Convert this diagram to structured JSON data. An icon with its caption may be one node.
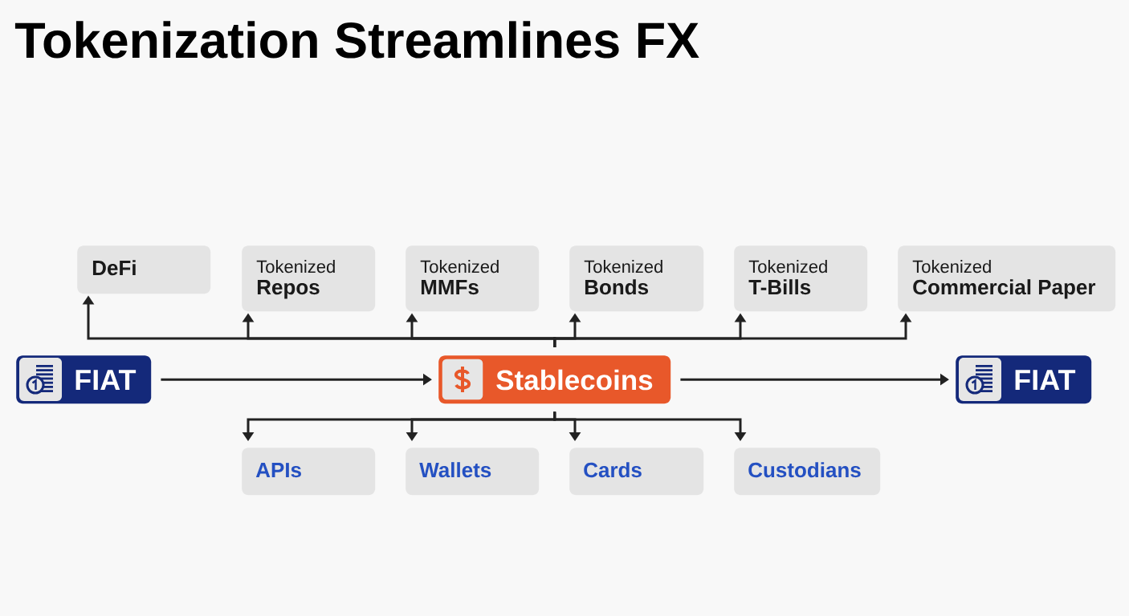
{
  "diagram": {
    "title": "Tokenization Streamlines FX",
    "nodes": [
      {
        "text": [
          "DeFi"
        ]
      },
      {
        "text": [
          "Tokenized",
          "Repos"
        ]
      },
      {
        "text": [
          "Tokenized",
          "MMFs"
        ]
      },
      {
        "text": [
          "Tokenized",
          "Bonds"
        ]
      },
      {
        "text": [
          "Tokenized",
          "T-Bills"
        ]
      },
      {
        "text": [
          "Tokenized",
          "Commercial Paper"
        ]
      },
      {
        "text": [
          "FIAT"
        ]
      },
      {
        "text": [
          "Stablecoins"
        ]
      },
      {
        "text": [
          "FIAT"
        ]
      },
      {
        "text": [
          "APIs"
        ]
      },
      {
        "text": [
          "Wallets"
        ]
      },
      {
        "text": [
          "Cards"
        ]
      },
      {
        "text": [
          "Custodians"
        ]
      }
    ],
    "edges": [
      {
        "from": 6,
        "to": 7,
        "arrow": "to"
      },
      {
        "from": 7,
        "to": 8,
        "arrow": "to"
      },
      {
        "from": 7,
        "to": 0,
        "arrow": "to"
      },
      {
        "from": 7,
        "to": 1,
        "arrow": "to"
      },
      {
        "from": 7,
        "to": 2,
        "arrow": "to"
      },
      {
        "from": 7,
        "to": 3,
        "arrow": "to"
      },
      {
        "from": 7,
        "to": 4,
        "arrow": "to"
      },
      {
        "from": 7,
        "to": 5,
        "arrow": "to"
      },
      {
        "from": 7,
        "to": 9,
        "arrow": "to"
      },
      {
        "from": 7,
        "to": 10,
        "arrow": "to"
      },
      {
        "from": 7,
        "to": 11,
        "arrow": "to"
      },
      {
        "from": 7,
        "to": 12,
        "arrow": "to"
      }
    ]
  }
}
